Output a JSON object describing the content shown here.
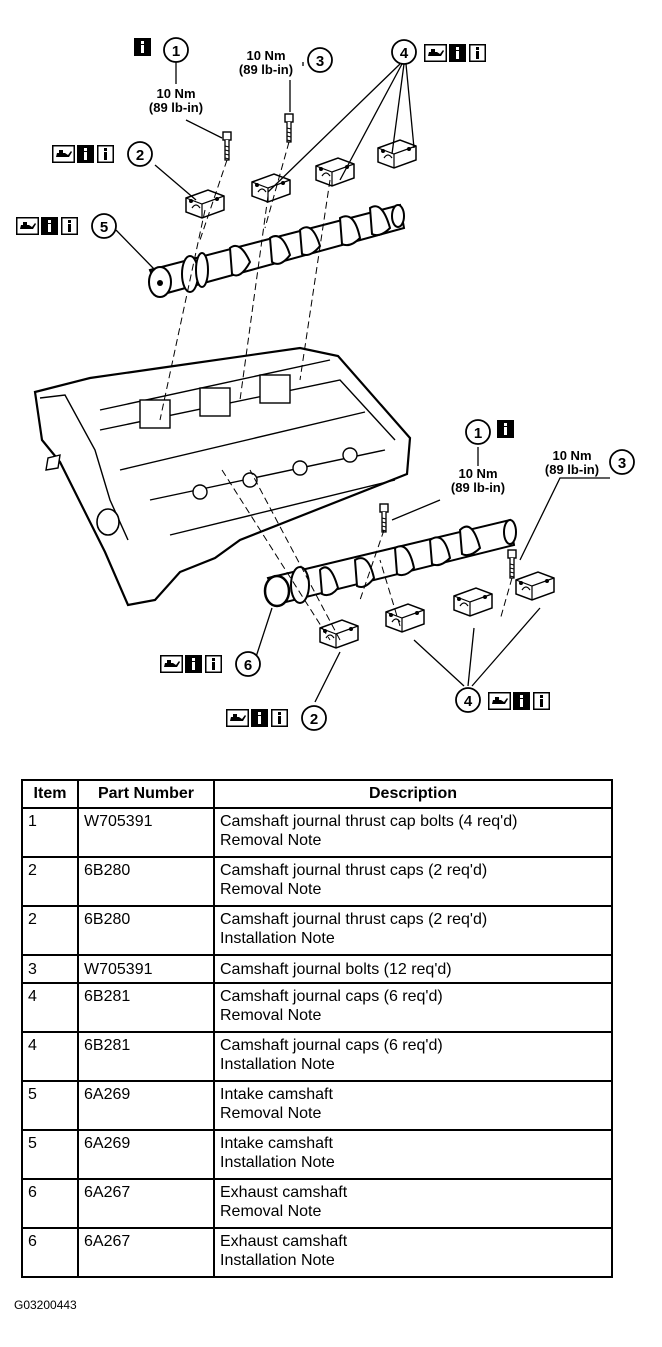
{
  "callouts": {
    "c1_top": {
      "num": "1",
      "torque": "10 Nm",
      "torque_alt": "(89 lb-in)",
      "symbols": [
        "i"
      ]
    },
    "c3_top": {
      "num": "3",
      "torque": "10 Nm",
      "torque_alt": "(89 lb-in)",
      "symbols": []
    },
    "c4_top": {
      "num": "4",
      "symbols": [
        "oil-can",
        "i",
        "i-outline"
      ]
    },
    "c2_top": {
      "num": "2",
      "symbols": [
        "oil-can",
        "i",
        "i-outline"
      ]
    },
    "c5": {
      "num": "5",
      "symbols": [
        "oil-can",
        "i",
        "i-outline"
      ]
    },
    "c1_right": {
      "num": "1",
      "torque": "10 Nm",
      "torque_alt": "(89 lb-in)",
      "symbols": [
        "i"
      ]
    },
    "c3_right": {
      "num": "3",
      "torque": "10 Nm",
      "torque_alt": "(89 lb-in)",
      "symbols": []
    },
    "c6": {
      "num": "6",
      "symbols": [
        "oil-can",
        "i",
        "i-outline"
      ]
    },
    "c4_bottom": {
      "num": "4",
      "symbols": [
        "oil-can",
        "i",
        "i-outline"
      ]
    },
    "c2_bottom": {
      "num": "2",
      "symbols": [
        "oil-can",
        "i",
        "i-outline"
      ]
    }
  },
  "table": {
    "headers": {
      "item": "Item",
      "part": "Part Number",
      "desc": "Description"
    },
    "rows": [
      {
        "item": "1",
        "part": "W705391",
        "desc": "Camshaft journal thrust cap bolts (4 req'd)",
        "note": "Removal Note"
      },
      {
        "item": "2",
        "part": "6B280",
        "desc": "Camshaft journal thrust caps (2 req'd)",
        "note": "Removal Note"
      },
      {
        "item": "2",
        "part": "6B280",
        "desc": "Camshaft journal thrust caps (2 req'd)",
        "note": "Installation Note"
      },
      {
        "item": "3",
        "part": "W705391",
        "desc": "Camshaft journal bolts (12 req'd)",
        "note": ""
      },
      {
        "item": "4",
        "part": "6B281",
        "desc": "Camshaft journal caps (6 req'd)",
        "note": "Removal Note"
      },
      {
        "item": "4",
        "part": "6B281",
        "desc": "Camshaft journal caps (6 req'd)",
        "note": "Installation Note"
      },
      {
        "item": "5",
        "part": "6A269",
        "desc": "Intake camshaft",
        "note": "Removal Note"
      },
      {
        "item": "5",
        "part": "6A269",
        "desc": "Intake camshaft",
        "note": "Installation Note"
      },
      {
        "item": "6",
        "part": "6A267",
        "desc": "Exhaust camshaft",
        "note": "Removal Note"
      },
      {
        "item": "6",
        "part": "6A267",
        "desc": "Exhaust camshaft",
        "note": "Installation Note"
      }
    ]
  },
  "figure_id": "G03200443"
}
